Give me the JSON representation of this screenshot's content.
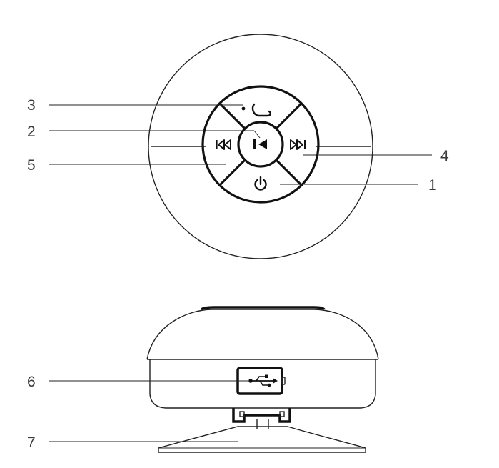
{
  "callouts": {
    "c1": "1",
    "c2": "2",
    "c3": "3",
    "c4": "4",
    "c5": "5",
    "c6": "6",
    "c7": "7"
  },
  "icons": {
    "center": "play-pause-icon",
    "top": "phone-icon",
    "bottom": "power-icon",
    "left": "previous-track-icon",
    "right": "next-track-icon",
    "port": "usb-icon"
  },
  "colors": {
    "line": "#222222",
    "text": "#3a3a3a",
    "background": "#ffffff"
  }
}
